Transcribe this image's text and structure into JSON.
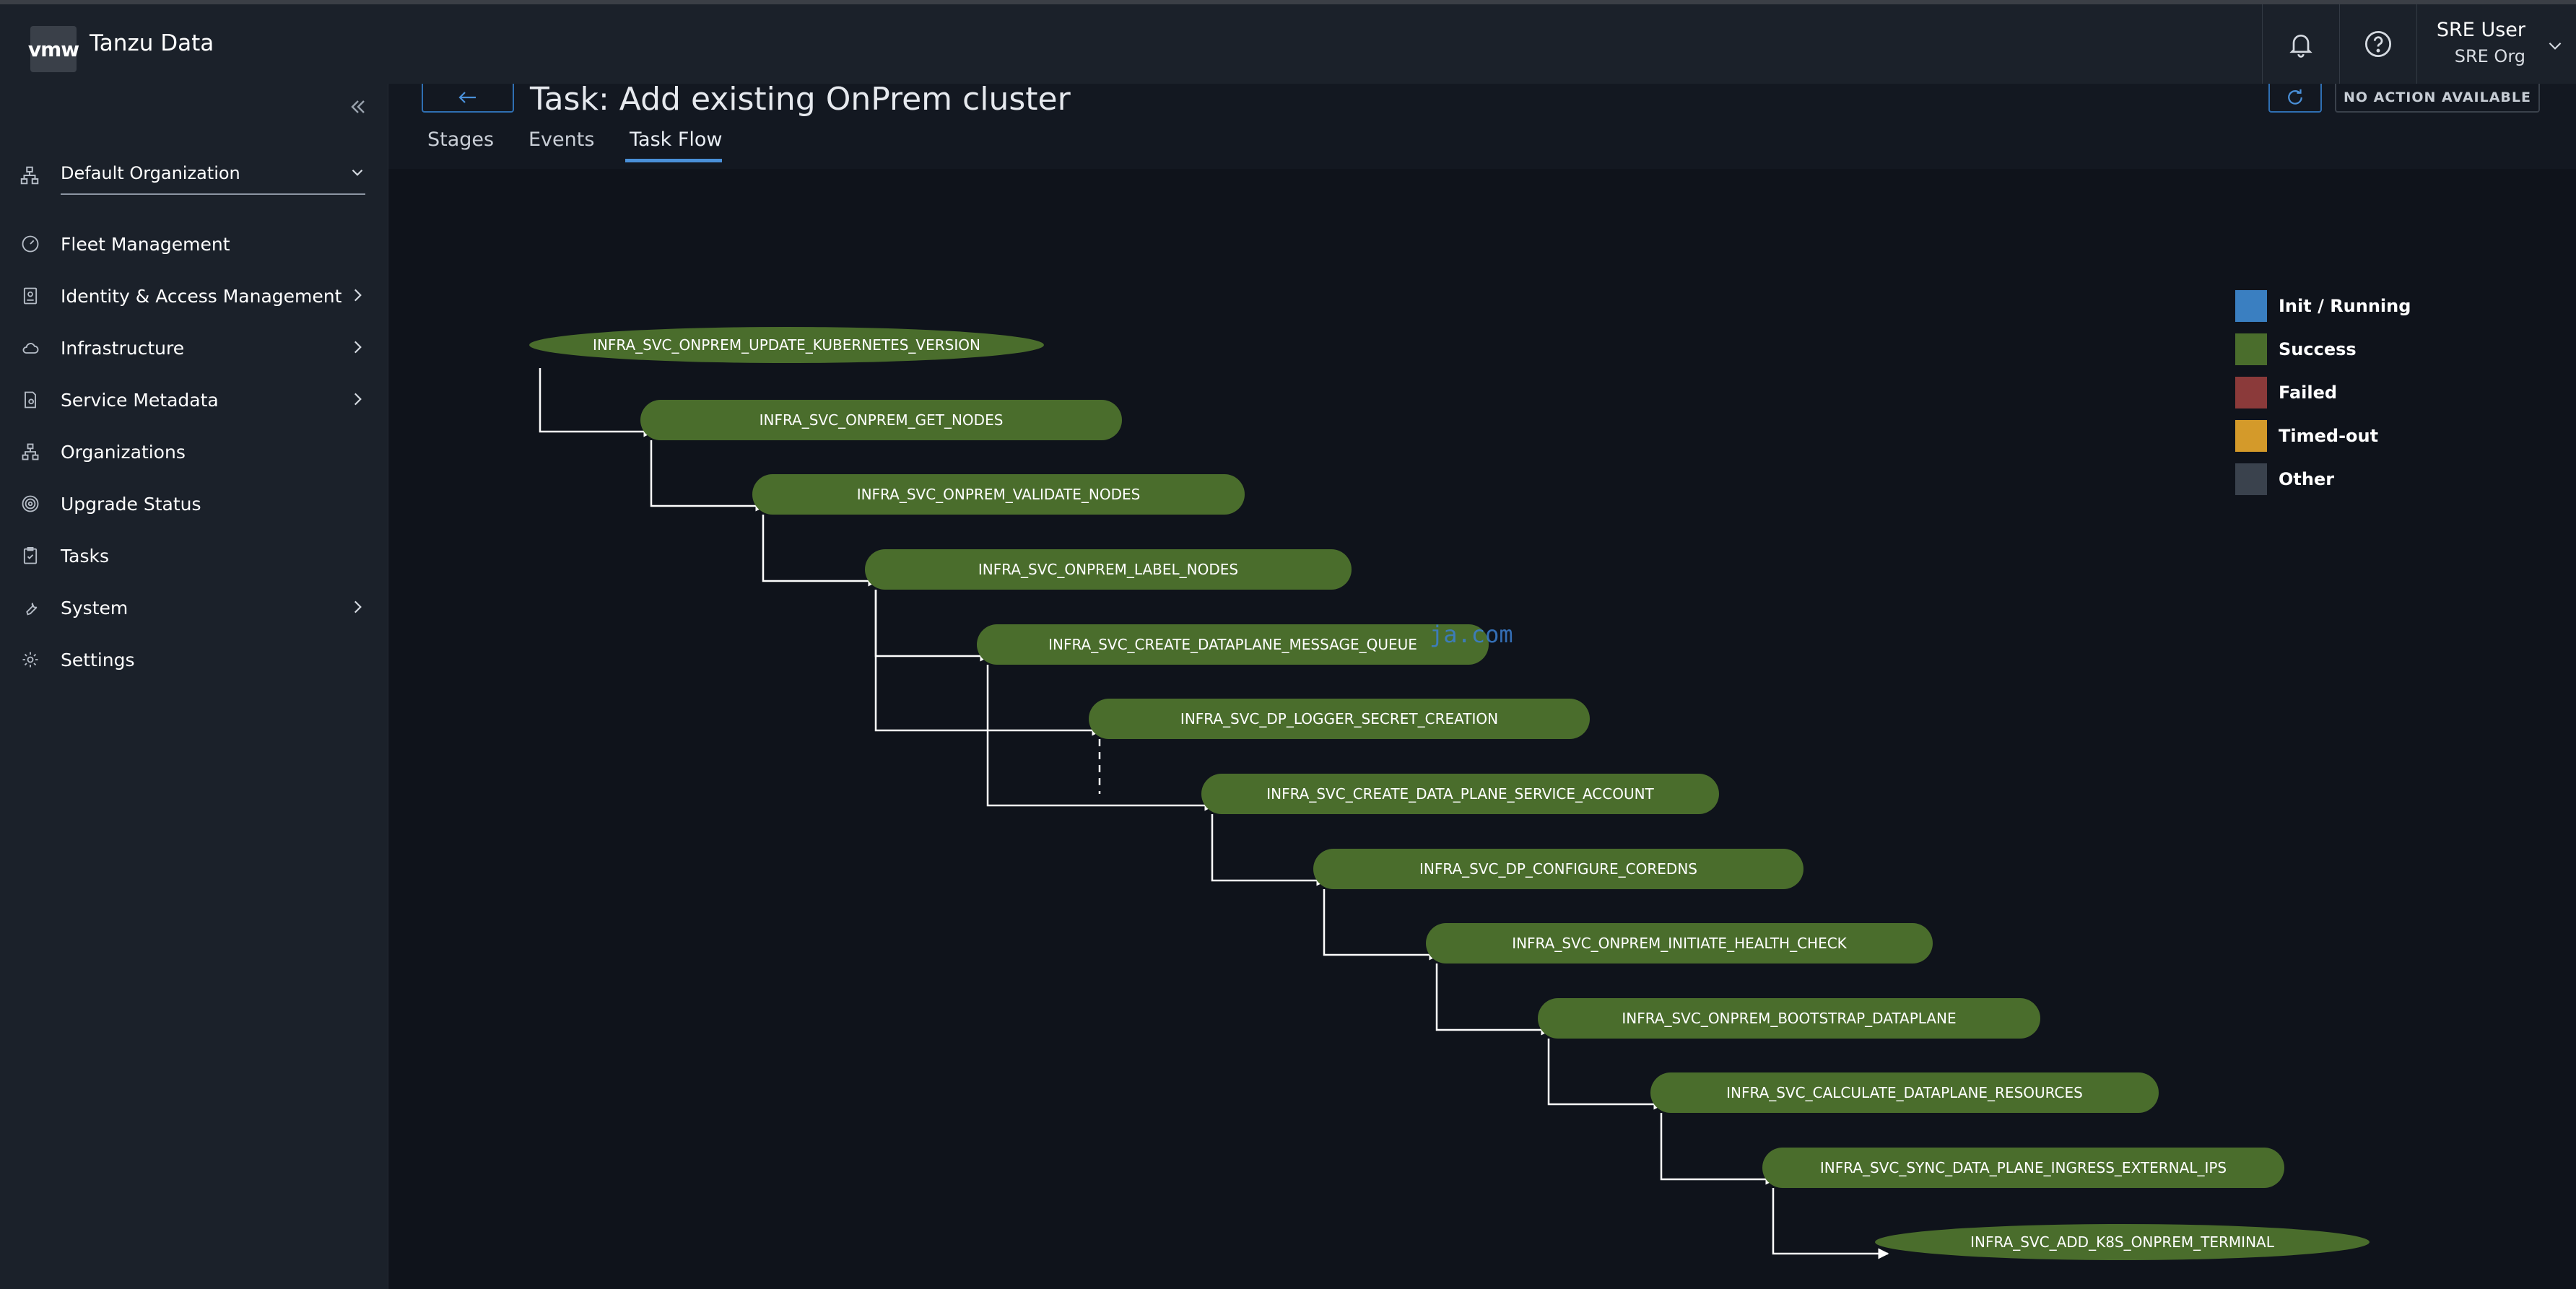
{
  "app": {
    "brand_logo": "vmw",
    "name": "Tanzu Data"
  },
  "header": {
    "user_name": "SRE User",
    "user_org": "SRE Org",
    "icons": [
      "bell-icon",
      "help-icon",
      "chevron-down-icon"
    ]
  },
  "sidebar": {
    "org_selector": "Default Organization",
    "items": [
      {
        "label": "Fleet Management",
        "icon": "gauge-icon",
        "has_submenu": false
      },
      {
        "label": "Identity & Access Management",
        "icon": "id-badge-icon",
        "has_submenu": true
      },
      {
        "label": "Infrastructure",
        "icon": "cloud-icon",
        "has_submenu": true
      },
      {
        "label": "Service Metadata",
        "icon": "document-icon",
        "has_submenu": true
      },
      {
        "label": "Organizations",
        "icon": "org-tree-icon",
        "has_submenu": false
      },
      {
        "label": "Upgrade Status",
        "icon": "target-icon",
        "has_submenu": false
      },
      {
        "label": "Tasks",
        "icon": "clipboard-icon",
        "has_submenu": false
      },
      {
        "label": "System",
        "icon": "wrench-icon",
        "has_submenu": true
      },
      {
        "label": "Settings",
        "icon": "gear-icon",
        "has_submenu": false
      }
    ]
  },
  "task": {
    "title": "Task: Add existing OnPrem cluster",
    "action_label": "NO ACTION AVAILABLE",
    "tabs": [
      {
        "label": "Stages",
        "active": false
      },
      {
        "label": "Events",
        "active": false
      },
      {
        "label": "Task Flow",
        "active": true
      }
    ]
  },
  "legend": [
    {
      "label": "Init / Running",
      "color": "#3a7fc1"
    },
    {
      "label": "Success",
      "color": "#4a6d2c"
    },
    {
      "label": "Failed",
      "color": "#8b3a3a"
    },
    {
      "label": "Timed-out",
      "color": "#d49a2a"
    },
    {
      "label": "Other",
      "color": "#3a424d"
    }
  ],
  "flow": {
    "nodes": [
      {
        "label": "INFRA_SVC_ONPREM_UPDATE_KUBERNETES_VERSION",
        "status": "Success",
        "shape": "ellipse"
      },
      {
        "label": "INFRA_SVC_ONPREM_GET_NODES",
        "status": "Success",
        "shape": "pill"
      },
      {
        "label": "INFRA_SVC_ONPREM_VALIDATE_NODES",
        "status": "Success",
        "shape": "pill"
      },
      {
        "label": "INFRA_SVC_ONPREM_LABEL_NODES",
        "status": "Success",
        "shape": "pill"
      },
      {
        "label": "INFRA_SVC_CREATE_DATAPLANE_MESSAGE_QUEUE",
        "status": "Success",
        "shape": "pill"
      },
      {
        "label": "INFRA_SVC_DP_LOGGER_SECRET_CREATION",
        "status": "Success",
        "shape": "pill"
      },
      {
        "label": "INFRA_SVC_CREATE_DATA_PLANE_SERVICE_ACCOUNT",
        "status": "Success",
        "shape": "pill"
      },
      {
        "label": "INFRA_SVC_DP_CONFIGURE_COREDNS",
        "status": "Success",
        "shape": "pill"
      },
      {
        "label": "INFRA_SVC_ONPREM_INITIATE_HEALTH_CHECK",
        "status": "Success",
        "shape": "pill"
      },
      {
        "label": "INFRA_SVC_ONPREM_BOOTSTRAP_DATAPLANE",
        "status": "Success",
        "shape": "pill"
      },
      {
        "label": "INFRA_SVC_CALCULATE_DATAPLANE_RESOURCES",
        "status": "Success",
        "shape": "pill"
      },
      {
        "label": "INFRA_SVC_SYNC_DATA_PLANE_INGRESS_EXTERNAL_IPS",
        "status": "Success",
        "shape": "pill"
      },
      {
        "label": "INFRA_SVC_ADD_K8S_ONPREM_TERMINAL",
        "status": "Success",
        "shape": "ellipse"
      }
    ],
    "edges": [
      {
        "from": 0,
        "to": 1,
        "style": "solid"
      },
      {
        "from": 1,
        "to": 2,
        "style": "solid"
      },
      {
        "from": 2,
        "to": 3,
        "style": "solid"
      },
      {
        "from": 3,
        "to": 4,
        "style": "solid"
      },
      {
        "from": 3,
        "to": 5,
        "style": "solid"
      },
      {
        "from": 4,
        "to": 6,
        "style": "solid"
      },
      {
        "from": 5,
        "to": 6,
        "style": "dashed"
      },
      {
        "from": 6,
        "to": 7,
        "style": "solid"
      },
      {
        "from": 7,
        "to": 8,
        "style": "solid"
      },
      {
        "from": 8,
        "to": 9,
        "style": "solid"
      },
      {
        "from": 9,
        "to": 10,
        "style": "solid"
      },
      {
        "from": 10,
        "to": 11,
        "style": "solid"
      },
      {
        "from": 11,
        "to": 12,
        "style": "solid"
      }
    ]
  },
  "watermark": "ja.com"
}
